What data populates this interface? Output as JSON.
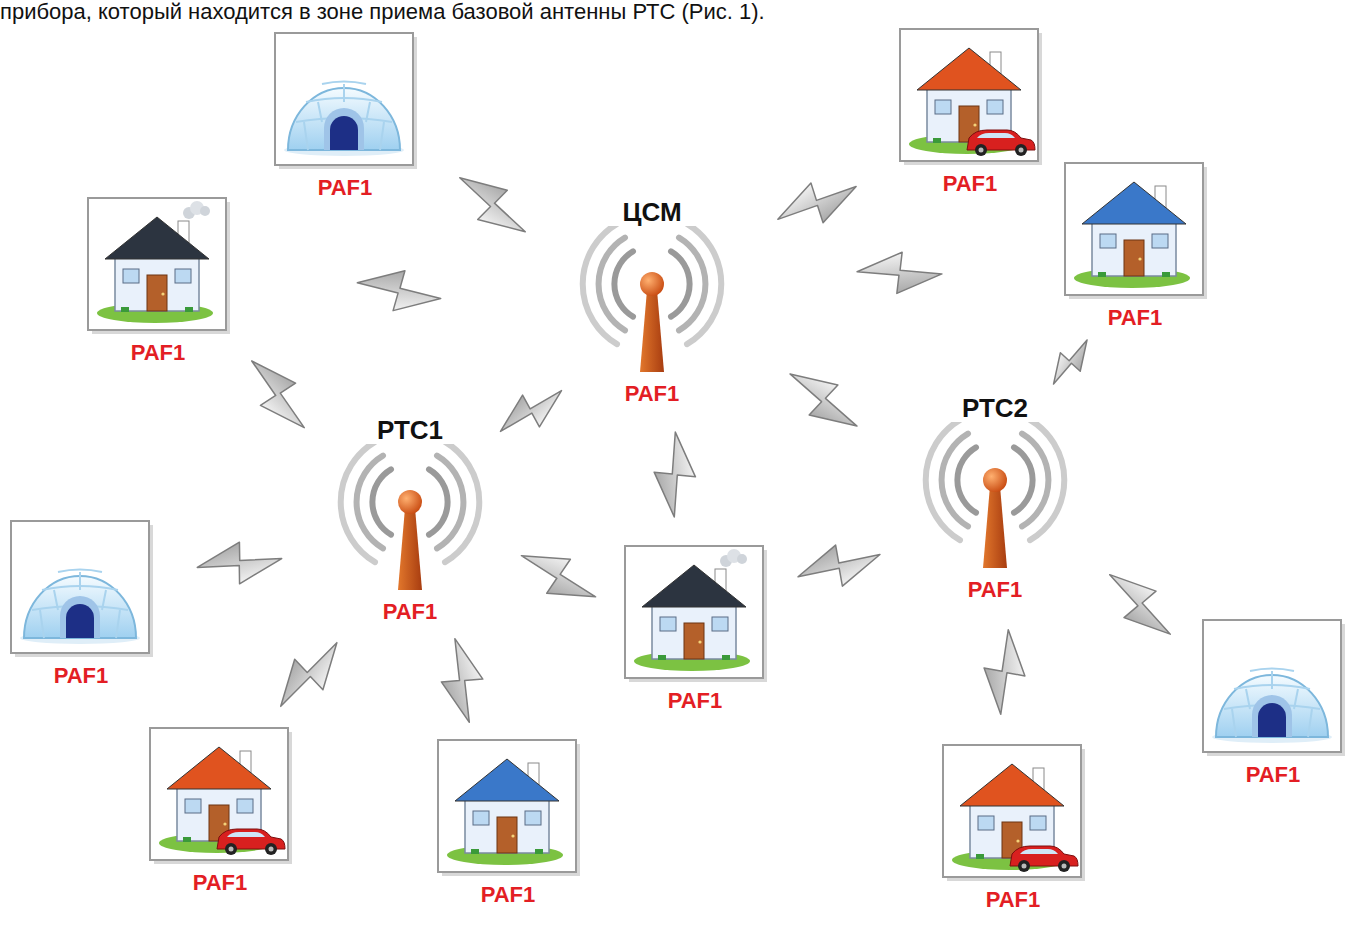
{
  "diagram": {
    "nodes": [
      {
        "text": [
          "PAF1"
        ]
      },
      {
        "text": [
          "PAF1"
        ]
      },
      {
        "text": [
          "PAF1"
        ]
      },
      {
        "text": [
          "PAF1"
        ]
      },
      {
        "text": [
          "ЦСМ",
          "PAF1"
        ]
      },
      {
        "text": [
          "РТС1",
          "PAF1"
        ]
      },
      {
        "text": [
          "РТС2",
          "PAF1"
        ]
      },
      {
        "text": [
          "PAF1"
        ]
      },
      {
        "text": [
          "PAF1"
        ]
      },
      {
        "text": [
          "PAF1"
        ]
      },
      {
        "text": [
          "PAF1"
        ]
      },
      {
        "text": [
          "PAF1"
        ]
      },
      {
        "text": [
          "PAF1"
        ]
      }
    ],
    "edges": [
      {
        "from": 4,
        "to": 0,
        "arrow": "none"
      },
      {
        "from": 4,
        "to": 1,
        "arrow": "none"
      },
      {
        "from": 4,
        "to": 2,
        "arrow": "none"
      },
      {
        "from": 4,
        "to": 3,
        "arrow": "none"
      },
      {
        "from": 4,
        "to": 5,
        "arrow": "none"
      },
      {
        "from": 4,
        "to": 8,
        "arrow": "none"
      },
      {
        "from": 4,
        "to": 6,
        "arrow": "none"
      },
      {
        "from": 5,
        "to": 3,
        "arrow": "none"
      },
      {
        "from": 6,
        "to": 2,
        "arrow": "none"
      },
      {
        "from": 5,
        "to": 7,
        "arrow": "none"
      },
      {
        "from": 5,
        "to": 10,
        "arrow": "none"
      },
      {
        "from": 5,
        "to": 11,
        "arrow": "none"
      },
      {
        "from": 5,
        "to": 8,
        "arrow": "none"
      },
      {
        "from": 6,
        "to": 8,
        "arrow": "none"
      },
      {
        "from": 6,
        "to": 12,
        "arrow": "none"
      },
      {
        "from": 6,
        "to": 9,
        "arrow": "none"
      }
    ],
    "labels": [
      "прибора, который находится в зоне приема базовой антенны РТС (Рис. 1)."
    ]
  }
}
